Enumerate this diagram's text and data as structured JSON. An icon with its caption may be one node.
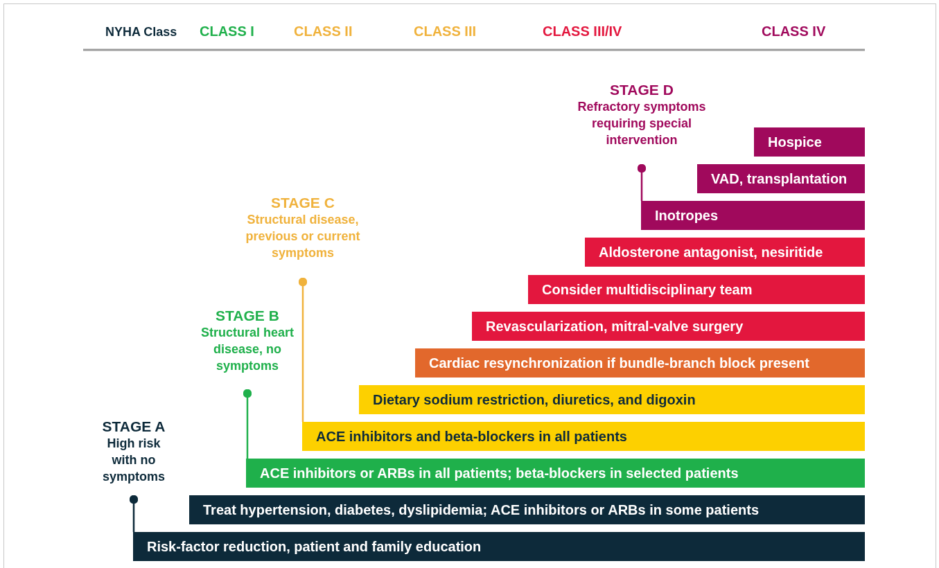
{
  "diagram": {
    "nodes": [
      {
        "text": [
          "STAGE D",
          "Refractory symptoms requiring special intervention"
        ]
      },
      {
        "text": [
          "Hospice"
        ]
      },
      {
        "text": [
          "VAD, transplantation"
        ]
      },
      {
        "text": [
          "STAGE C",
          "Structural disease, previous or current symptoms"
        ]
      },
      {
        "text": [
          "Inotropes"
        ]
      },
      {
        "text": [
          "Aldosterone antagonist, nesiritide"
        ]
      },
      {
        "text": [
          "Consider multidisciplinary team"
        ]
      },
      {
        "text": [
          "Revascularization, mitral-valve surgery"
        ]
      },
      {
        "text": [
          "STAGE B",
          "Structural heart disease, no symptoms"
        ]
      },
      {
        "text": [
          "Cardiac resynchronization if bundle-branch block present"
        ]
      },
      {
        "text": [
          "Dietary sodium restriction, diuretics, and digoxin"
        ]
      },
      {
        "text": [
          "STAGE A",
          "High risk with no symptoms"
        ]
      },
      {
        "text": [
          "ACE inhibitors and beta-blockers in all patients"
        ]
      },
      {
        "text": [
          "ACE inhibitors or ARBs in all patients; beta-blockers in selected patients"
        ]
      },
      {
        "text": [
          "Treat hypertension, diabetes, dyslipidemia; ACE inhibitors or ARBs in some patients"
        ]
      },
      {
        "text": [
          "Risk-factor reduction, patient and family education"
        ]
      }
    ],
    "edges": [
      {
        "from": 0,
        "to": 4,
        "arrow": "other",
        "color": "#a0095c"
      },
      {
        "from": 3,
        "to": 12,
        "arrow": "other",
        "color": "#f0b23c"
      },
      {
        "from": 8,
        "to": 13,
        "arrow": "other",
        "color": "#1fb04b"
      },
      {
        "from": 11,
        "to": 15,
        "arrow": "other",
        "color": "#0d2a3a"
      }
    ],
    "labels": [
      "NYHA Class",
      "CLASS I",
      "CLASS II",
      "CLASS III",
      "CLASS III/IV",
      "CLASS IV"
    ]
  }
}
